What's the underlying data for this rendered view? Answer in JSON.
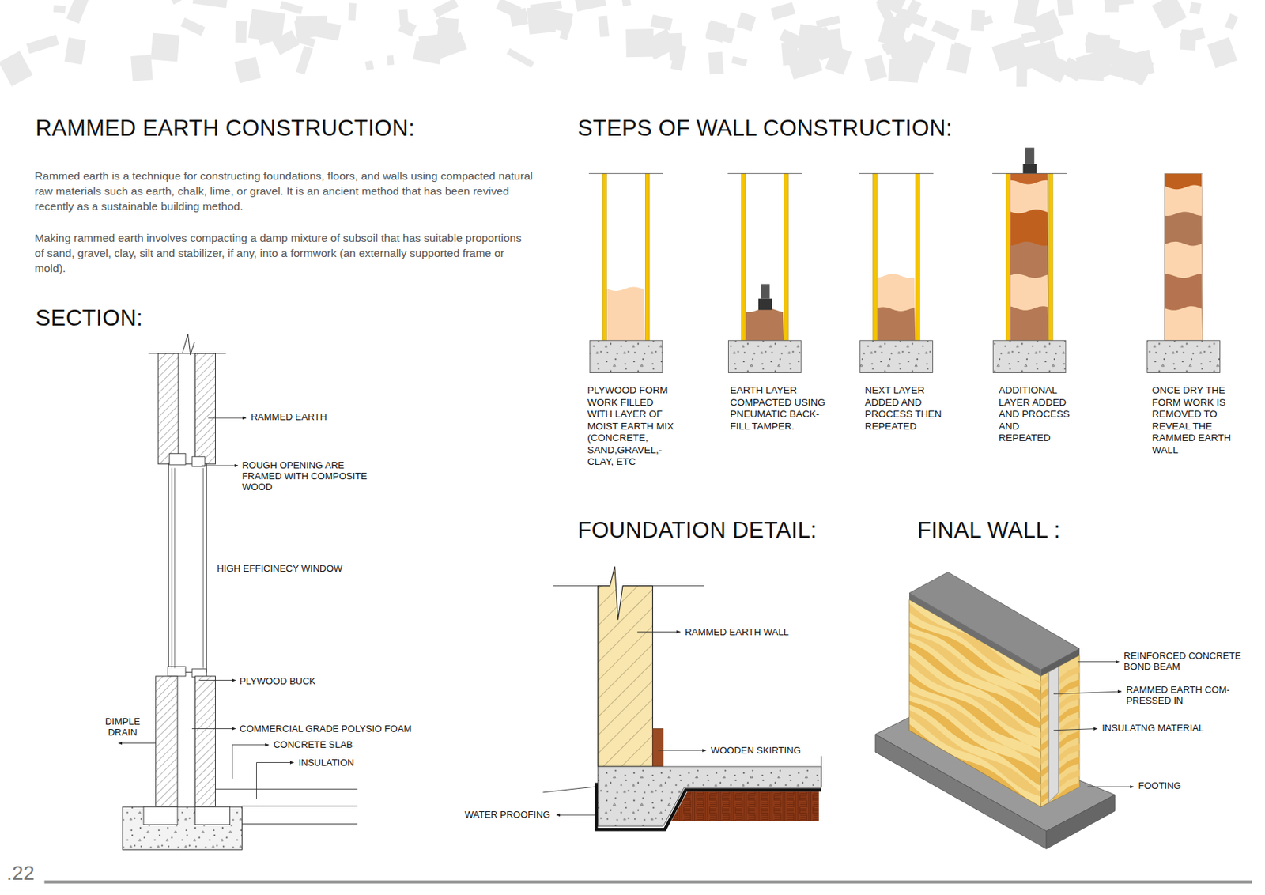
{
  "diagram": {
    "title": "RAMMED EARTH CONSTRUCTION:",
    "labels": [
      "Rammed earth is a technique for constructing foundations, floors, and walls using compacted natural raw materials such as earth, chalk, lime, or gravel. It is an ancient method that has been revived recently as a sustainable building method.",
      "Making rammed earth involves compacting a damp mixture of subsoil that has suitable proportions of sand, gravel, clay, silt and stabilizer, if any, into a formwork (an externally supported frame or mold).",
      "SECTION:",
      "RAMMED EARTH",
      "ROUGH OPENING ARE FRAMED WITH COMPOSITE WOOD",
      "HIGH EFFICINECY WINDOW",
      "PLYWOOD BUCK",
      "DIMPLE DRAIN",
      "COMMERCIAL GRADE POLYSIO FOAM",
      "CONCRETE SLAB",
      "INSULATION",
      "STEPS OF WALL CONSTRUCTION:",
      "PLYWOOD FORM WORK FILLED WITH LAYER OF MOIST EARTH MIX (CONCRETE, SAND,GRAVEL,- CLAY, ETC",
      "EARTH LAYER COMPACTED USING PNEUMATIC BACK- FILL TAMPER.",
      "NEXT LAYER ADDED AND PROCESS THEN REPEATED",
      "ADDITIONAL LAYER ADDED AND PROCESS AND REPEATED",
      "ONCE DRY THE FORM WORK IS REMOVED TO REVEAL THE RAMMED EARTH WALL",
      "FOUNDATION DETAIL:",
      "RAMMED EARTH WALL",
      "WOODEN SKIRTING",
      "WATER PROOFING",
      "FINAL WALL :",
      "REINFORCED CONCRETE BOND BEAM",
      "RAMMED EARTH COM- PRESSED IN",
      "INSULATNG MATERIAL",
      "FOOTING",
      ".22"
    ]
  }
}
